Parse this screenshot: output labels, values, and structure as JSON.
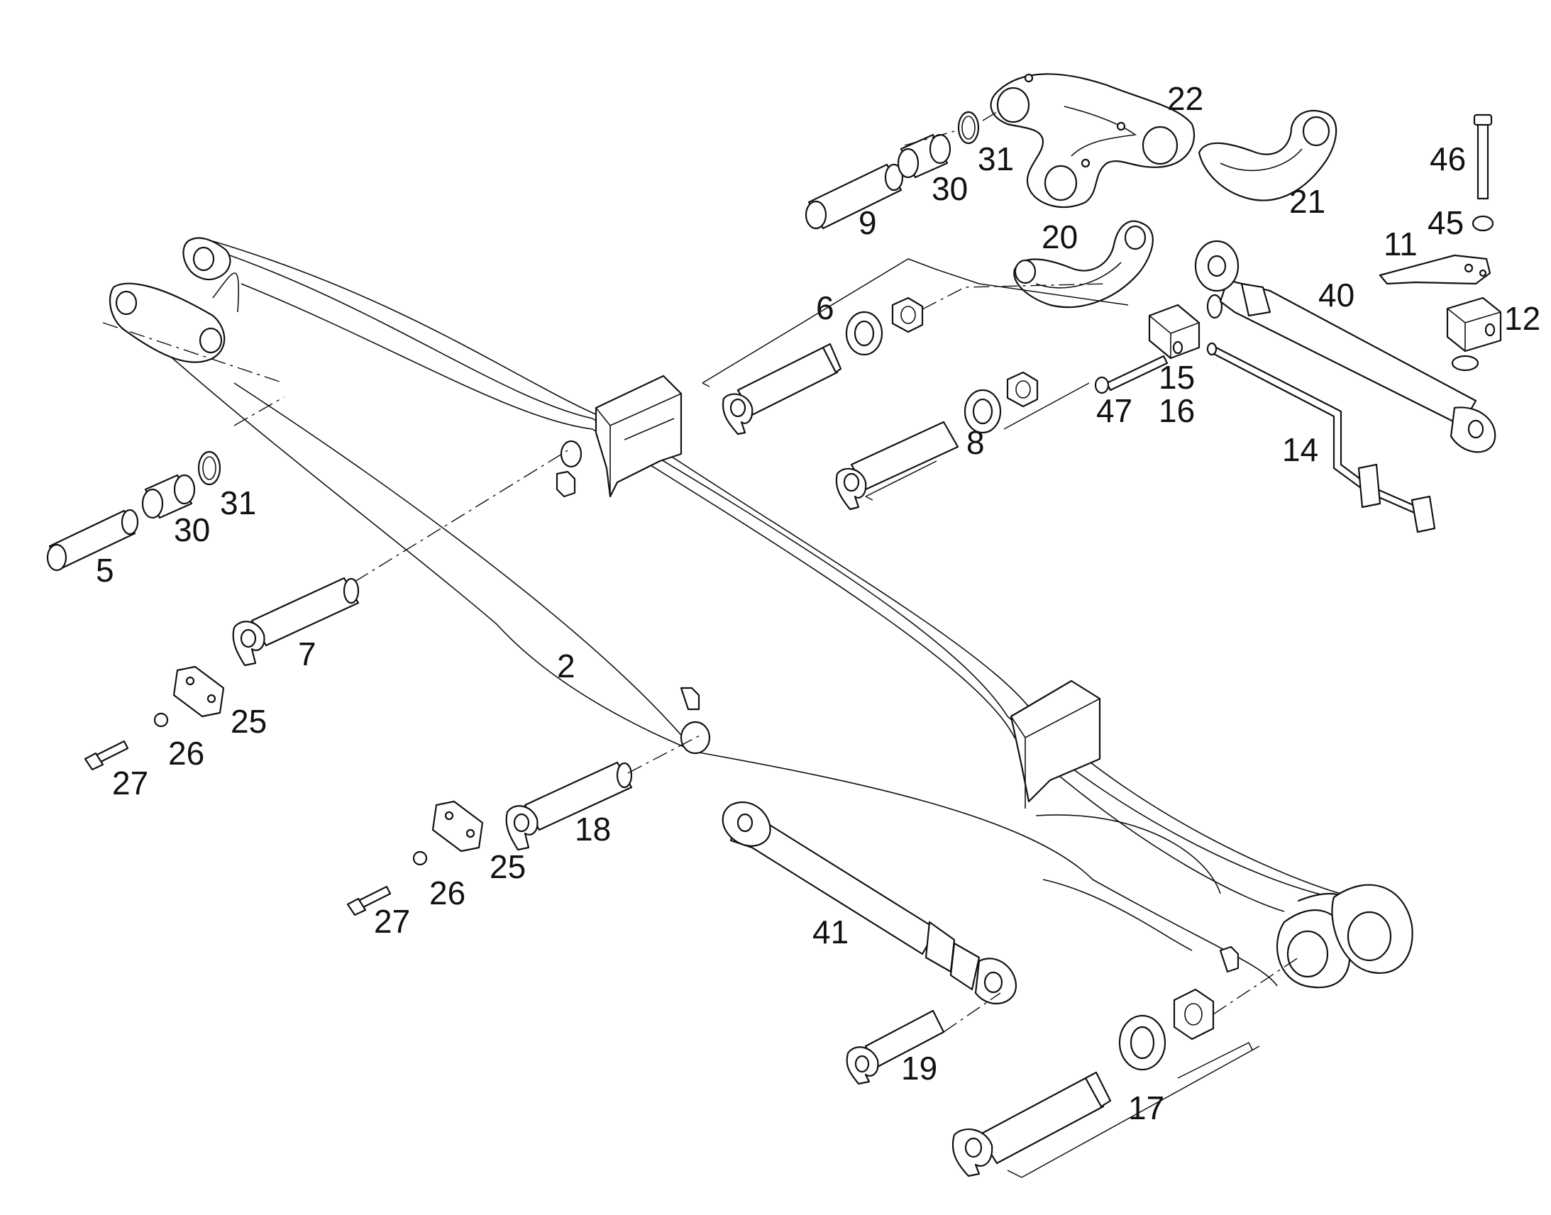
{
  "diagram": {
    "type": "exploded-parts-diagram",
    "colors": {
      "line": "#111111",
      "background": "#ffffff"
    },
    "labels": [
      {
        "id": "l22",
        "text": "22"
      },
      {
        "id": "l31a",
        "text": "31"
      },
      {
        "id": "l30a",
        "text": "30"
      },
      {
        "id": "l9",
        "text": "9"
      },
      {
        "id": "l21",
        "text": "21"
      },
      {
        "id": "l46",
        "text": "46"
      },
      {
        "id": "l45",
        "text": "45"
      },
      {
        "id": "l11",
        "text": "11"
      },
      {
        "id": "l20",
        "text": "20"
      },
      {
        "id": "l6",
        "text": "6"
      },
      {
        "id": "l40",
        "text": "40"
      },
      {
        "id": "l12",
        "text": "12"
      },
      {
        "id": "l15",
        "text": "15"
      },
      {
        "id": "l16",
        "text": "16"
      },
      {
        "id": "l47",
        "text": "47"
      },
      {
        "id": "l8",
        "text": "8"
      },
      {
        "id": "l14",
        "text": "14"
      },
      {
        "id": "l31b",
        "text": "31"
      },
      {
        "id": "l30b",
        "text": "30"
      },
      {
        "id": "l5",
        "text": "5"
      },
      {
        "id": "l7",
        "text": "7"
      },
      {
        "id": "l2",
        "text": "2"
      },
      {
        "id": "l25a",
        "text": "25"
      },
      {
        "id": "l26a",
        "text": "26"
      },
      {
        "id": "l27a",
        "text": "27"
      },
      {
        "id": "l18",
        "text": "18"
      },
      {
        "id": "l25b",
        "text": "25"
      },
      {
        "id": "l26b",
        "text": "26"
      },
      {
        "id": "l27b",
        "text": "27"
      },
      {
        "id": "l41",
        "text": "41"
      },
      {
        "id": "l19",
        "text": "19"
      },
      {
        "id": "l17",
        "text": "17"
      }
    ]
  }
}
